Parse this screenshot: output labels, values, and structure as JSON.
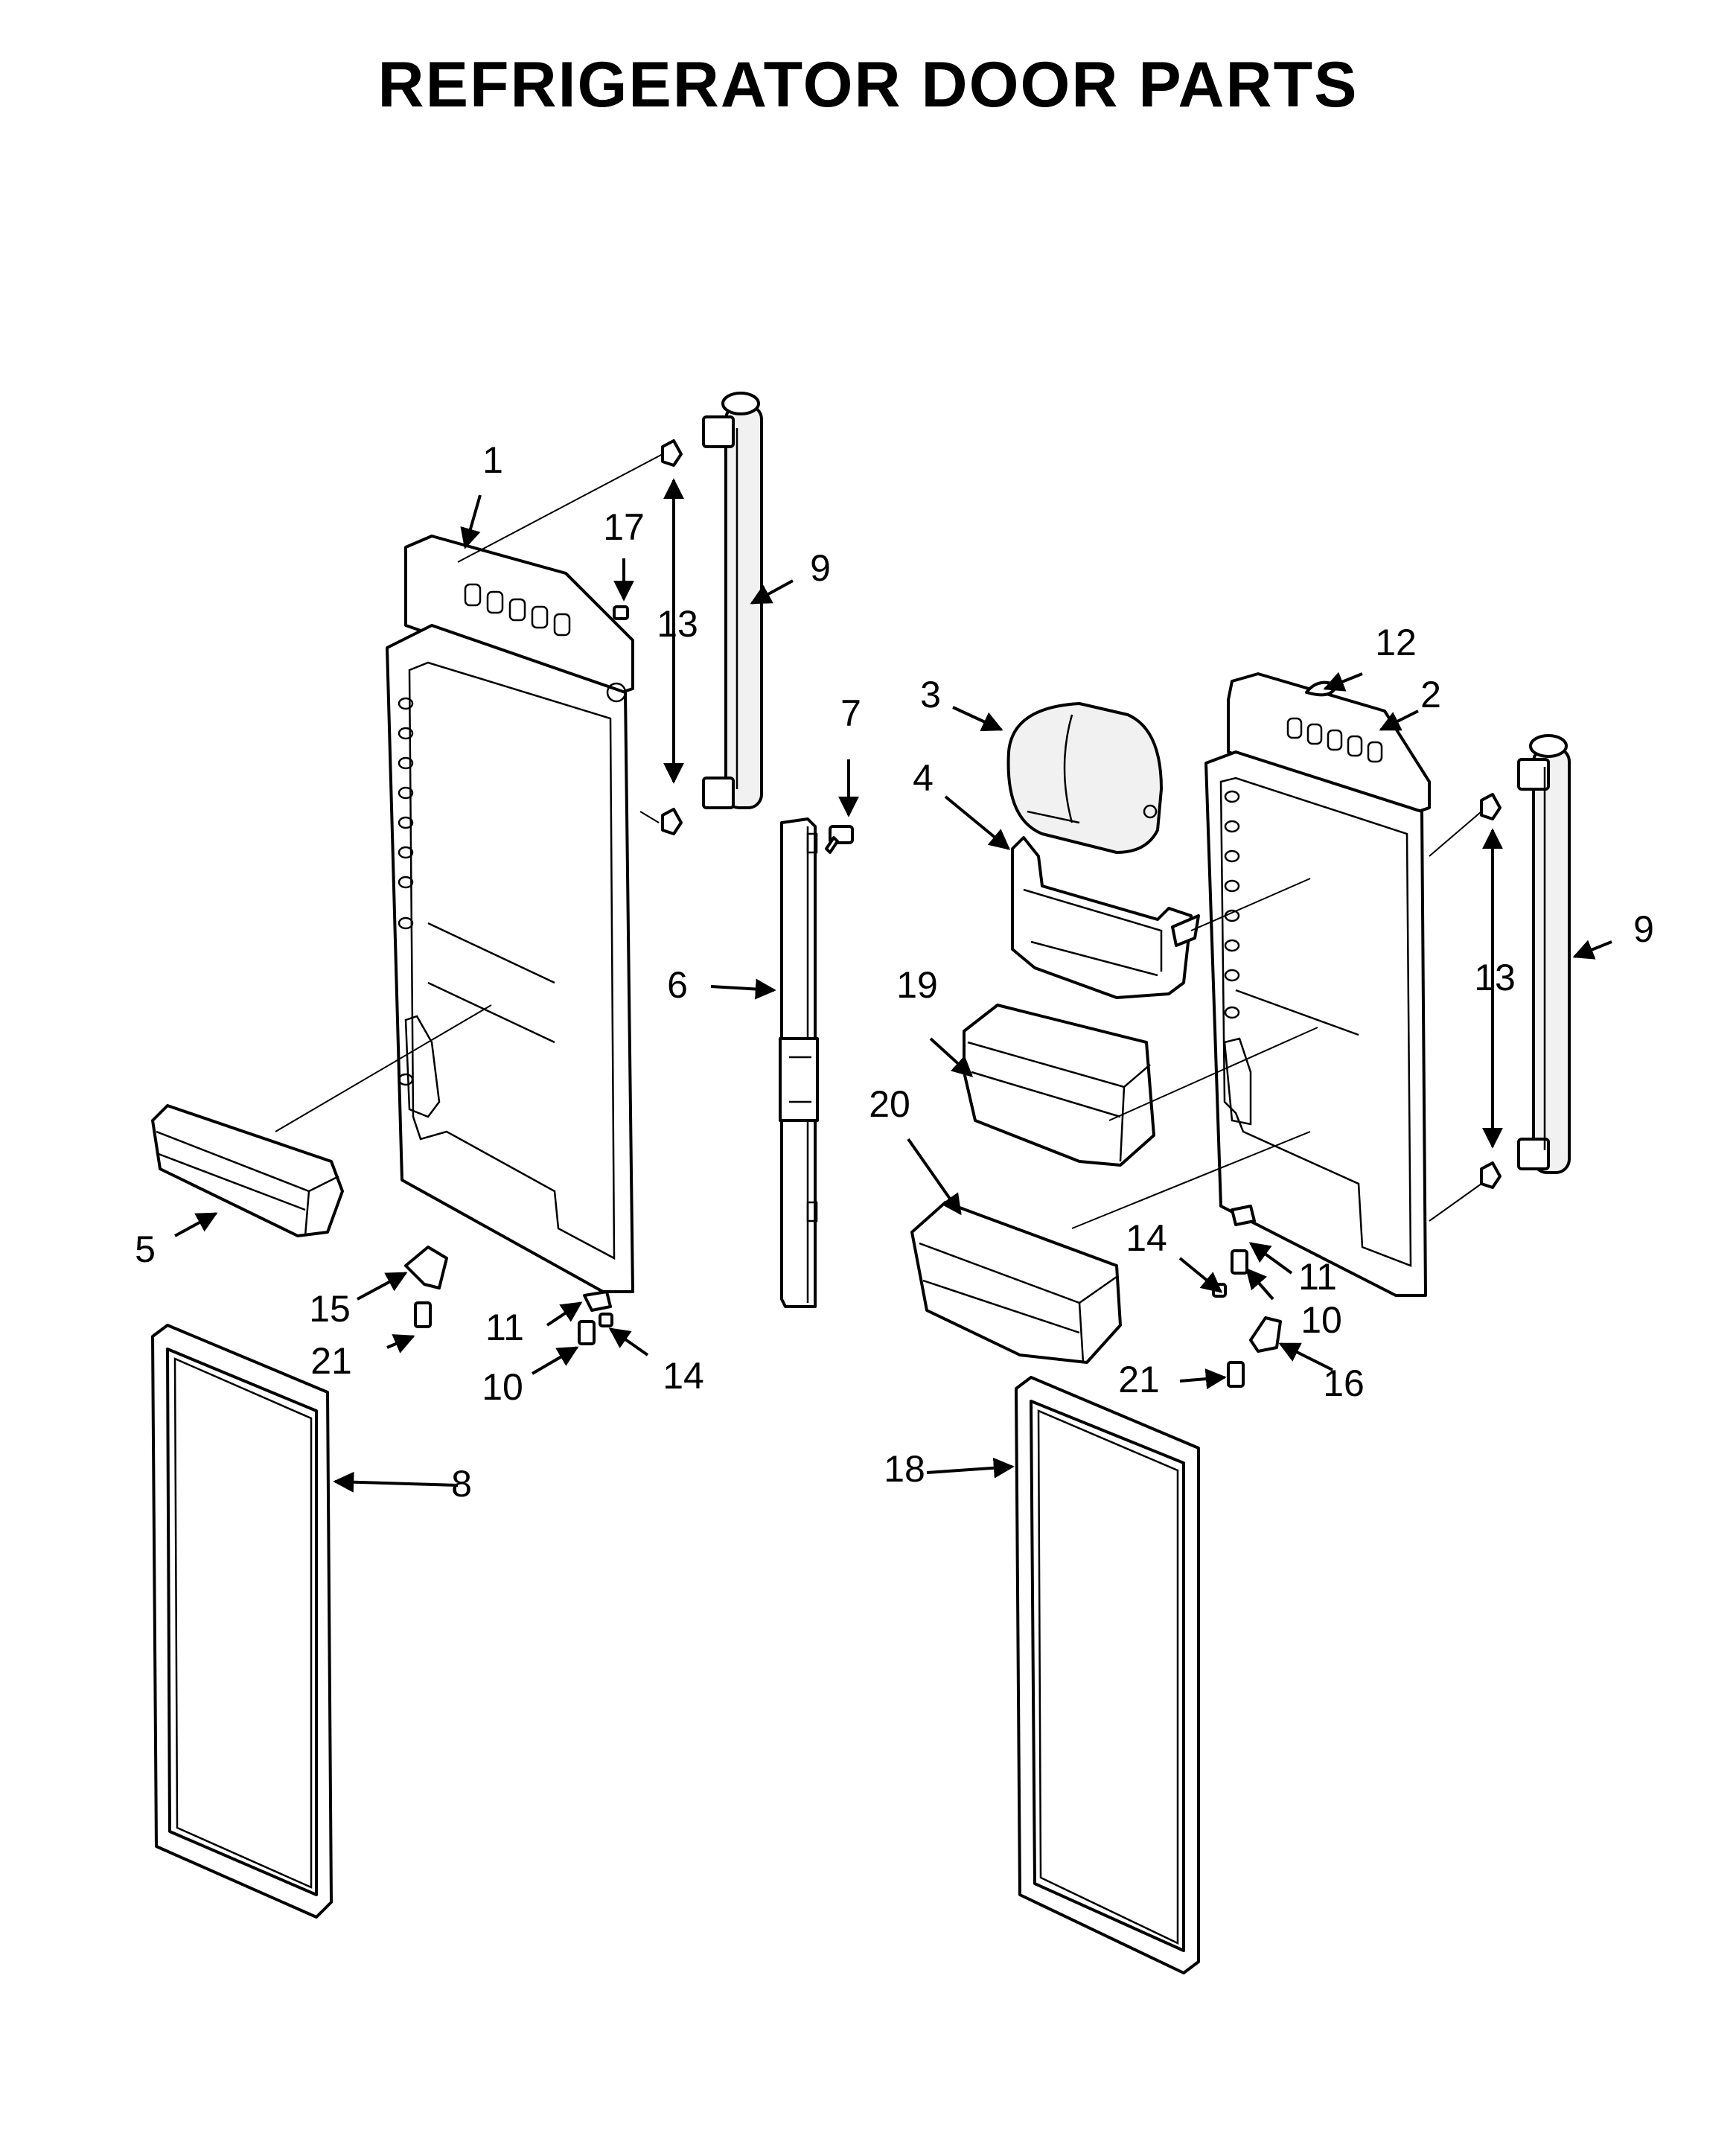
{
  "title": "REFRIGERATOR DOOR PARTS",
  "callouts": {
    "c1": "1",
    "c2": "2",
    "c3": "3",
    "c4": "4",
    "c5": "5",
    "c6": "6",
    "c7": "7",
    "c8": "8",
    "c9_left": "9",
    "c9_right": "9",
    "c10_left": "10",
    "c10_right": "10",
    "c11_left": "11",
    "c11_right": "11",
    "c12": "12",
    "c13_left": "13",
    "c13_right": "13",
    "c14_left": "14",
    "c14_right": "14",
    "c15": "15",
    "c16": "16",
    "c17": "17",
    "c18": "18",
    "c19": "19",
    "c20": "20",
    "c21_left": "21",
    "c21_right": "21"
  }
}
